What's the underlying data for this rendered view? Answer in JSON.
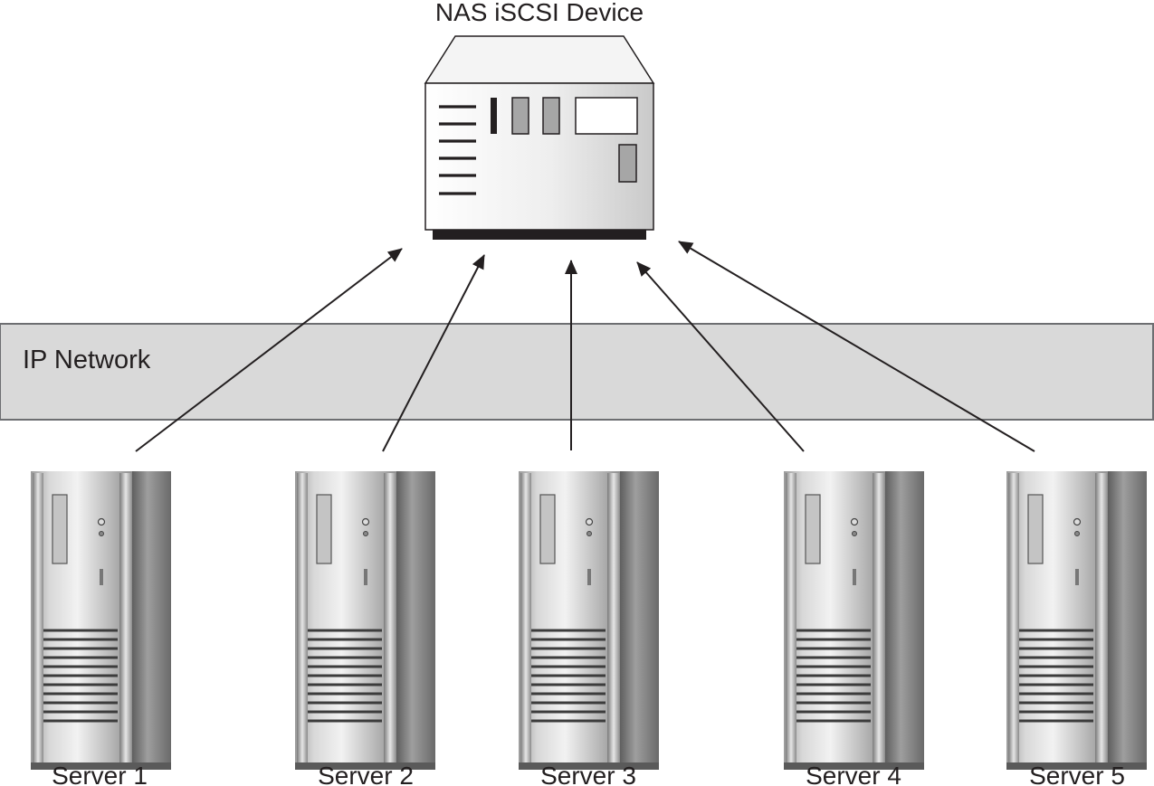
{
  "device": {
    "title": "NAS iSCSI Device",
    "icon": "nas-storage-icon"
  },
  "network": {
    "label": "IP Network"
  },
  "servers": [
    {
      "label": "Server 1",
      "icon": "tower-server-icon"
    },
    {
      "label": "Server 2",
      "icon": "tower-server-icon"
    },
    {
      "label": "Server 3",
      "icon": "tower-server-icon"
    },
    {
      "label": "Server 4",
      "icon": "tower-server-icon"
    },
    {
      "label": "Server 5",
      "icon": "tower-server-icon"
    }
  ],
  "connections": [
    {
      "from": "Server 1",
      "to": "NAS iSCSI Device"
    },
    {
      "from": "Server 2",
      "to": "NAS iSCSI Device"
    },
    {
      "from": "Server 3",
      "to": "NAS iSCSI Device"
    },
    {
      "from": "Server 4",
      "to": "NAS iSCSI Device"
    },
    {
      "from": "Server 5",
      "to": "NAS iSCSI Device"
    }
  ],
  "colors": {
    "network_band": "#d9d9d9",
    "network_border": "#6d6e71",
    "ink": "#231f20"
  }
}
